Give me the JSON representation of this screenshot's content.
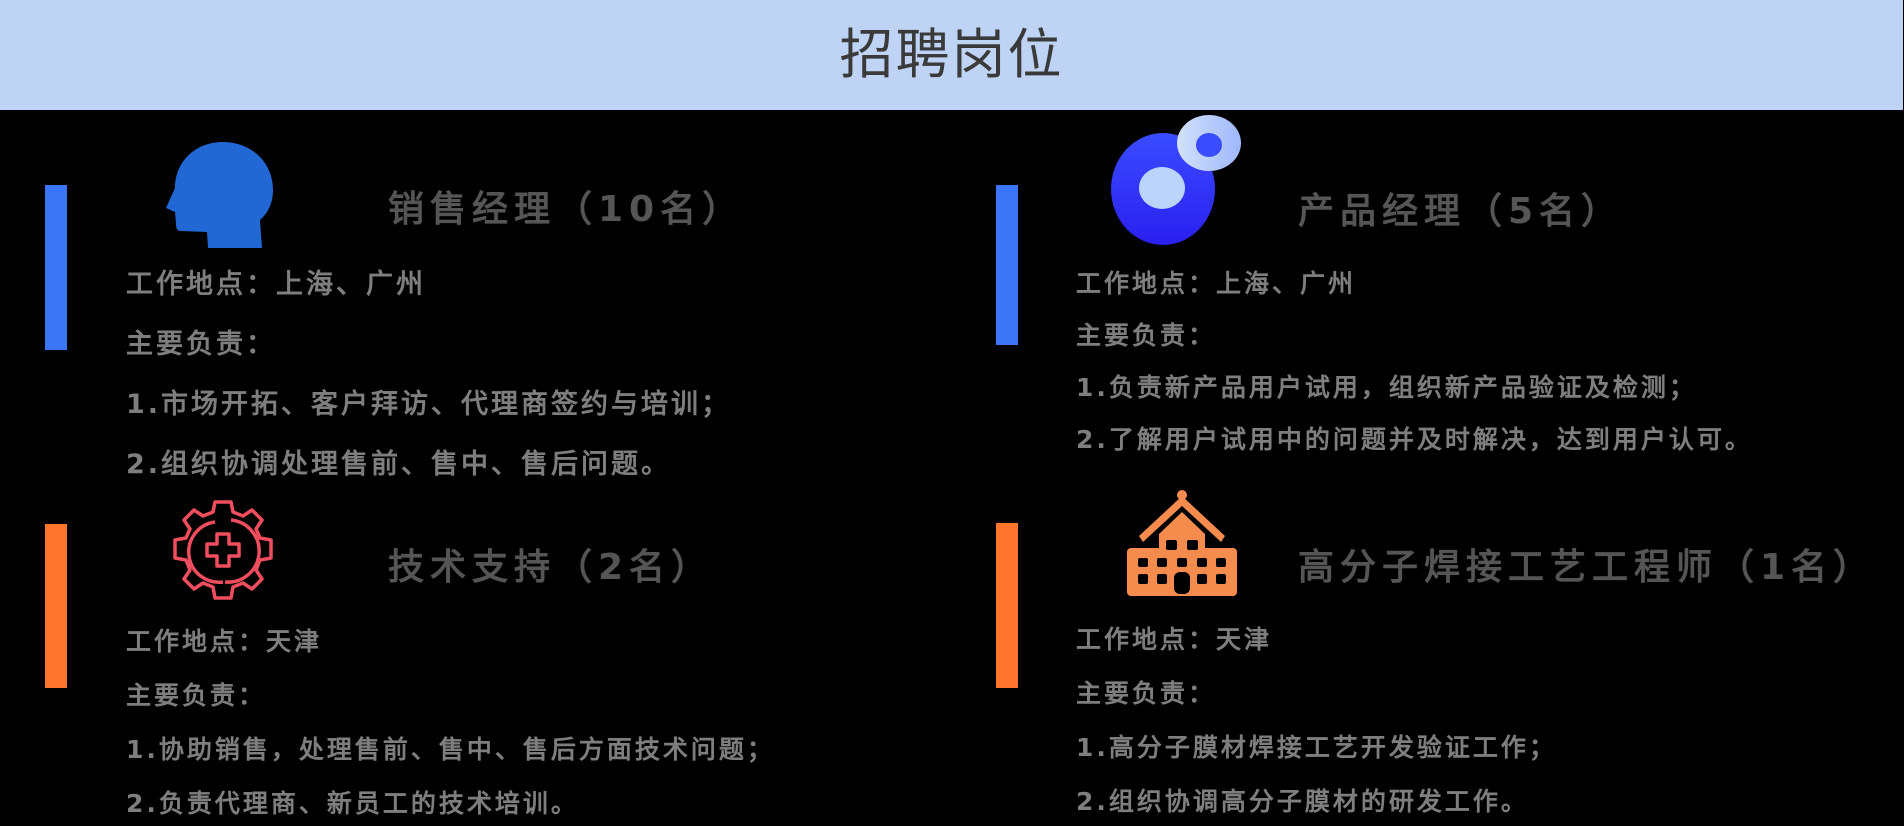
{
  "header": {
    "title": "招聘岗位",
    "bg_color": "#bfd4f4"
  },
  "colors": {
    "blue_bar": "#3a76f5",
    "orange_bar": "#fe752b",
    "text": "#7e7e7e",
    "title_text": "#555555"
  },
  "positions": [
    {
      "icon": "head-profile-icon",
      "title": "销售经理（10名）",
      "location": "工作地点：上海、广州",
      "duties_label": "主要负责：",
      "duties": [
        "1.市场开拓、客户拜访、代理商签约与培训；",
        "2.组织协调处理售前、售中、售后问题。"
      ]
    },
    {
      "icon": "product-bubbles-icon",
      "title": "产品经理（5名）",
      "location": "工作地点：上海、广州",
      "duties_label": "主要负责：",
      "duties": [
        "1.负责新产品用户试用，组织新产品验证及检测；",
        "2.了解用户试用中的问题并及时解决，达到用户认可。"
      ]
    },
    {
      "icon": "gear-plus-icon",
      "title": "技术支持（2名）",
      "location": "工作地点：天津",
      "duties_label": "主要负责：",
      "duties": [
        "1.协助销售，处理售前、售中、售后方面技术问题；",
        "2.负责代理商、新员工的技术培训。"
      ]
    },
    {
      "icon": "school-building-icon",
      "title": "高分子焊接工艺工程师（1名）",
      "location": "工作地点：天津",
      "duties_label": "主要负责：",
      "duties": [
        "1.高分子膜材焊接工艺开发验证工作；",
        "2.组织协调高分子膜材的研发工作。"
      ]
    }
  ]
}
